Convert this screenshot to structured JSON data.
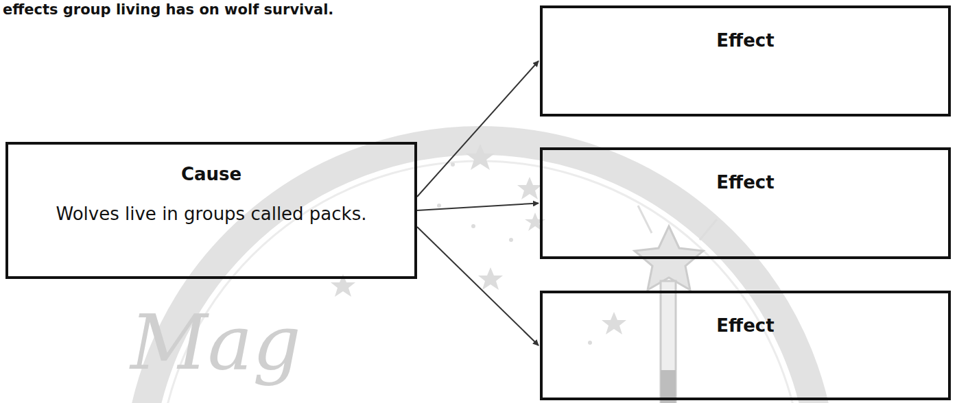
{
  "diagram": {
    "nodes": [
      {
        "text": [
          "Cause",
          "Wolves live in groups called packs."
        ]
      },
      {
        "text": [
          "Effect"
        ]
      },
      {
        "text": [
          "Effect"
        ]
      },
      {
        "text": [
          "Effect"
        ]
      }
    ],
    "edges": [
      {
        "from": 0,
        "to": 1,
        "arrow": "to"
      },
      {
        "from": 0,
        "to": 2,
        "arrow": "to"
      },
      {
        "from": 0,
        "to": 3,
        "arrow": "to"
      }
    ],
    "labels": [
      "effects group living has on wolf survival.",
      "Mag"
    ]
  }
}
